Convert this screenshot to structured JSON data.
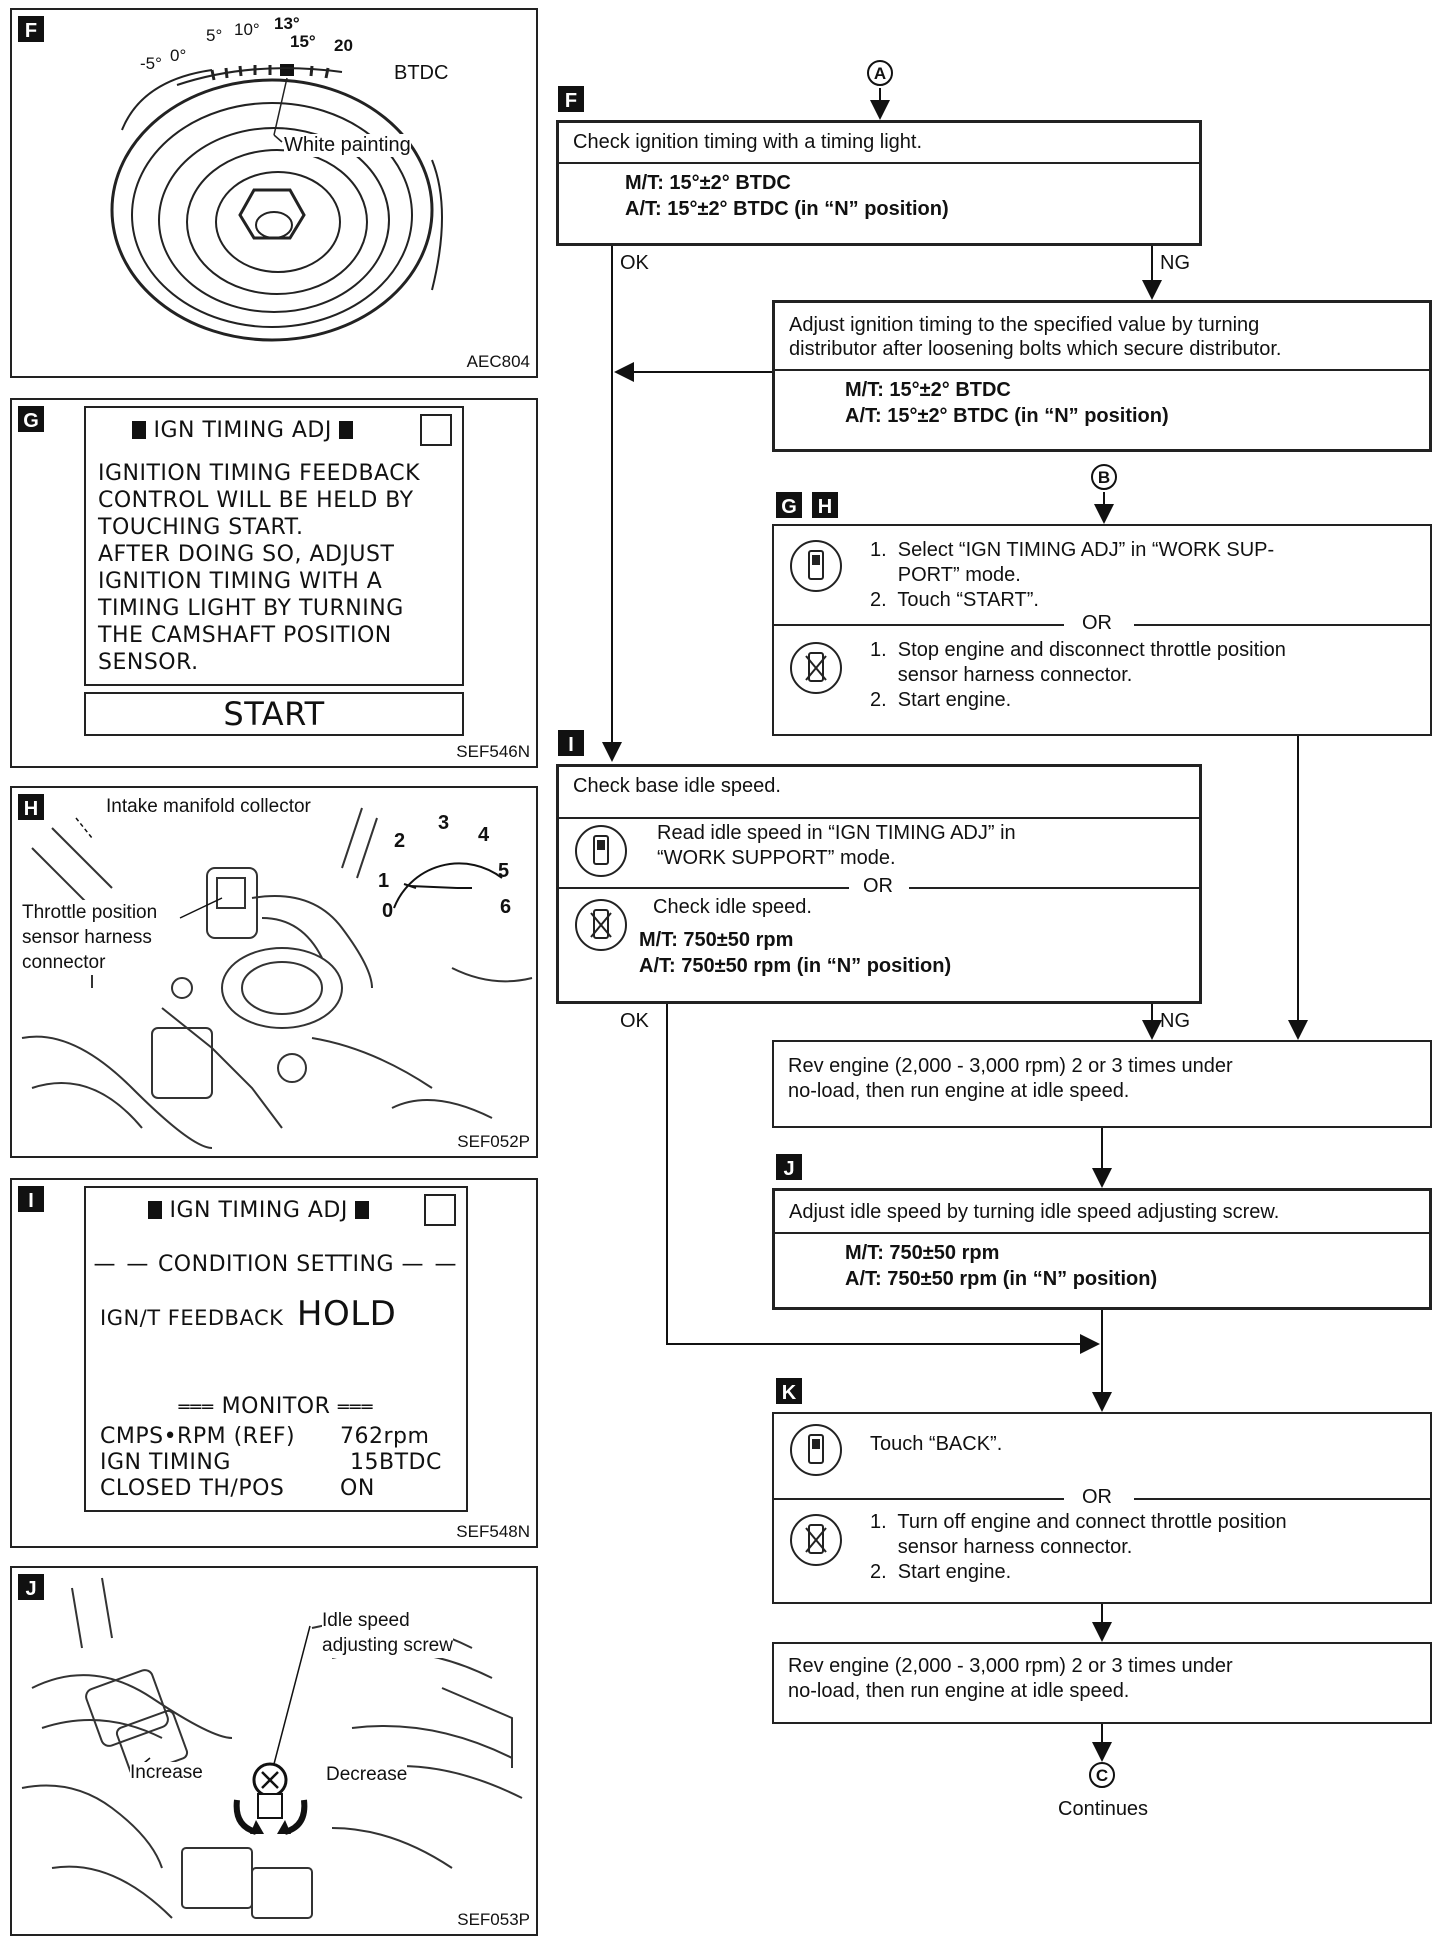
{
  "panels": {
    "f": {
      "letter": "F",
      "code": "AEC804",
      "scale_labels": [
        "-5°",
        "0°",
        "5°",
        "10°",
        "13°",
        "15°",
        "20"
      ],
      "btdc": "BTDC",
      "white_painting": "White painting"
    },
    "g": {
      "letter": "G",
      "code": "SEF546N",
      "title": "IGN TIMING ADJ",
      "body": [
        "IGNITION TIMING FEEDBACK",
        "CONTROL WILL BE HELD BY",
        "TOUCHING START.",
        "AFTER DOING SO, ADJUST",
        "IGNITION TIMING WITH A",
        "TIMING LIGHT BY TURNING",
        "THE CAMSHAFT POSITION",
        "SENSOR."
      ],
      "button": "START"
    },
    "h": {
      "letter": "H",
      "code": "SEF052P",
      "label_intake": "Intake manifold collector",
      "label_tps": [
        "Throttle position",
        "sensor harness",
        "connector"
      ],
      "gauge_numbers": [
        "0",
        "1",
        "2",
        "3",
        "4",
        "5",
        "6"
      ]
    },
    "i": {
      "letter": "I",
      "code": "SEF548N",
      "title": "IGN TIMING ADJ",
      "condition": "CONDITION SETTING",
      "feedback_label": "IGN/T FEEDBACK",
      "feedback_value": "HOLD",
      "monitor": "MONITOR",
      "rows": [
        {
          "name": "CMPS•RPM (REF)",
          "value": "762rpm"
        },
        {
          "name": "IGN TIMING",
          "value": "15BTDC"
        },
        {
          "name": "CLOSED TH/POS",
          "value": "ON"
        }
      ]
    },
    "j": {
      "letter": "J",
      "code": "SEF053P",
      "label_screw": [
        "Idle speed",
        "adjusting screw"
      ],
      "increase": "Increase",
      "decrease": "Decrease"
    }
  },
  "flow": {
    "connector_a": "A",
    "connector_b": "B",
    "connector_c": "C",
    "continues": "Continues",
    "ok": "OK",
    "ng": "NG",
    "or": "OR",
    "step_f": {
      "letter": "F",
      "header": "Check ignition timing with a timing light.",
      "mt": "M/T: 15°±2° BTDC",
      "at": "A/T: 15°±2° BTDC (in “N” position)"
    },
    "adjust_timing": {
      "header": [
        "Adjust ignition timing to the specified value by turning",
        "distributor after loosening bolts which secure distributor."
      ],
      "mt": "M/T: 15°±2° BTDC",
      "at": "A/T: 15°±2° BTDC (in “N” position)"
    },
    "step_gh": {
      "letters": [
        "G",
        "H"
      ],
      "consult": [
        "1.  Select “IGN TIMING ADJ” in “WORK SUP-",
        "     PORT” mode.",
        "2.  Touch “START”."
      ],
      "no_consult": [
        "1.  Stop engine and disconnect throttle position",
        "     sensor harness connector.",
        "2.  Start engine."
      ]
    },
    "step_i": {
      "letter": "I",
      "header": "Check base idle speed.",
      "consult": [
        "Read idle speed in “IGN TIMING ADJ” in",
        "“WORK SUPPORT” mode."
      ],
      "no_consult": "Check idle speed.",
      "mt": "M/T: 750±50 rpm",
      "at": "A/T: 750±50 rpm (in “N” position)"
    },
    "rev1": [
      "Rev engine (2,000 - 3,000 rpm) 2 or 3 times under",
      "no-load, then run engine at idle speed."
    ],
    "step_j": {
      "letter": "J",
      "header": "Adjust idle speed by turning idle speed adjusting screw.",
      "mt": "M/T: 750±50 rpm",
      "at": "A/T: 750±50 rpm (in “N” position)"
    },
    "step_k": {
      "letter": "K",
      "consult": "Touch “BACK”.",
      "no_consult": [
        "1.  Turn off engine and connect throttle position",
        "     sensor harness connector.",
        "2.  Start engine."
      ]
    },
    "rev2": [
      "Rev engine (2,000 - 3,000 rpm) 2 or 3 times under",
      "no-load, then run engine at idle speed."
    ]
  }
}
